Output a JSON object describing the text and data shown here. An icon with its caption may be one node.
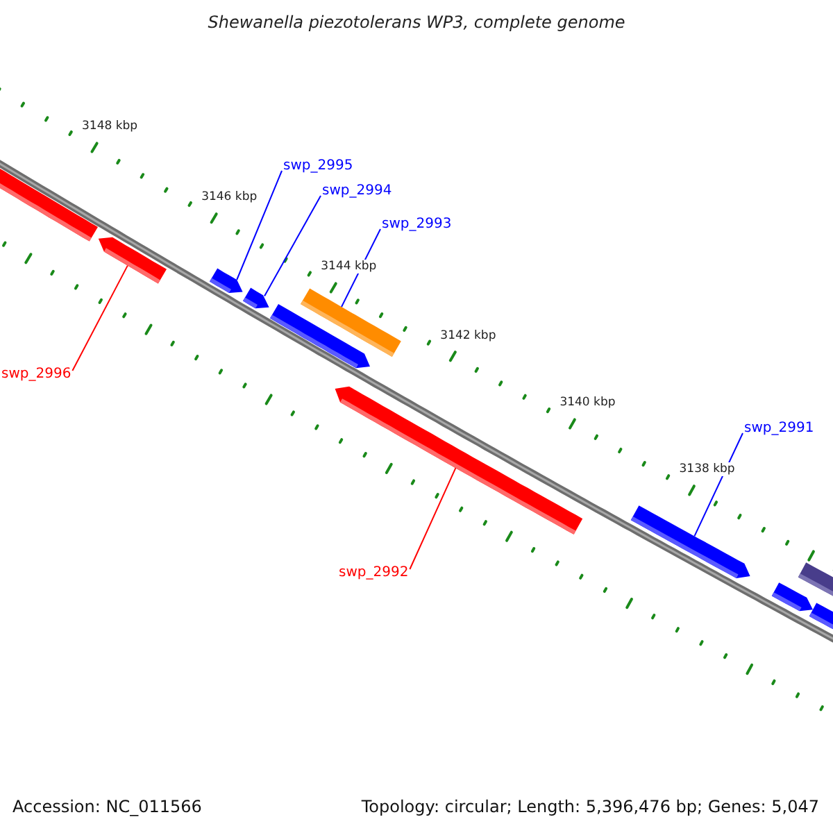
{
  "diagram": {
    "title": "Shewanella piezotolerans WP3, complete genome",
    "nodes": [
      {
        "text": [
          "swp_2995"
        ]
      },
      {
        "text": [
          "swp_2994"
        ]
      },
      {
        "text": [
          "swp_2993"
        ]
      },
      {
        "text": [
          "swp_2996"
        ]
      },
      {
        "text": [
          "swp_2991"
        ]
      },
      {
        "text": [
          "swp_2992"
        ]
      },
      {
        "text": [],
        "shape": "arrow"
      },
      {
        "text": [],
        "shape": "arrow"
      },
      {
        "text": [],
        "shape": "arrow"
      },
      {
        "text": [],
        "shape": "arrow"
      },
      {
        "text": [],
        "shape": "arrow"
      },
      {
        "text": [],
        "shape": "bar"
      },
      {
        "text": [],
        "shape": "arrow"
      },
      {
        "text": [],
        "shape": "arrow"
      },
      {
        "text": [],
        "shape": "arrow"
      },
      {
        "text": [],
        "shape": "bar"
      },
      {
        "text": [],
        "shape": "arrow"
      }
    ],
    "edges": [
      {
        "from": 0,
        "to": 8,
        "arrow": "none"
      },
      {
        "from": 1,
        "to": 9,
        "arrow": "none"
      },
      {
        "from": 2,
        "to": 11,
        "arrow": "none"
      },
      {
        "from": 3,
        "to": 7,
        "arrow": "none",
        "color": "#ff0000"
      },
      {
        "from": 4,
        "to": 13,
        "arrow": "none"
      },
      {
        "from": 5,
        "to": 12,
        "arrow": "none",
        "color": "#ff0000"
      }
    ],
    "labels": [
      "3148 kbp",
      "3146 kbp",
      "3144 kbp",
      "3142 kbp",
      "3140 kbp",
      "3138 kbp",
      "Accession: NC_011566",
      "Topology: circular; Length: 5,396,476 bp; Genes: 5,047"
    ]
  }
}
